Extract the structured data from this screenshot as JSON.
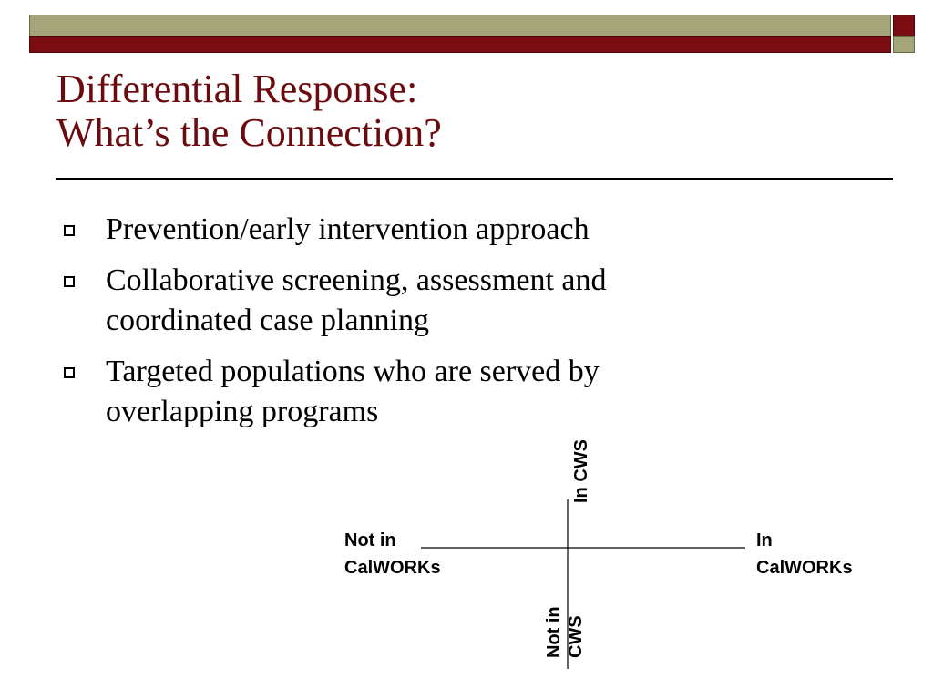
{
  "slide": {
    "title_line1": "Differential Response:",
    "title_line2": "What’s the Connection?",
    "bullets": [
      {
        "lines": [
          "Prevention/early intervention approach"
        ]
      },
      {
        "lines": [
          "Collaborative screening, assessment and",
          "coordinated case planning"
        ]
      },
      {
        "lines": [
          "Targeted populations who are served by",
          "overlapping programs"
        ]
      }
    ],
    "colors": {
      "maroon": "#7a0c12",
      "olive": "#a5a57a",
      "title": "#6b0a0f"
    }
  },
  "diagram": {
    "left_line1": "Not in",
    "left_line2": "CalWORKs",
    "right_line1": "In",
    "right_line2": "CalWORKs",
    "top_label": "In CWS",
    "bottom_line1": "Not in",
    "bottom_line2": "CWS"
  }
}
